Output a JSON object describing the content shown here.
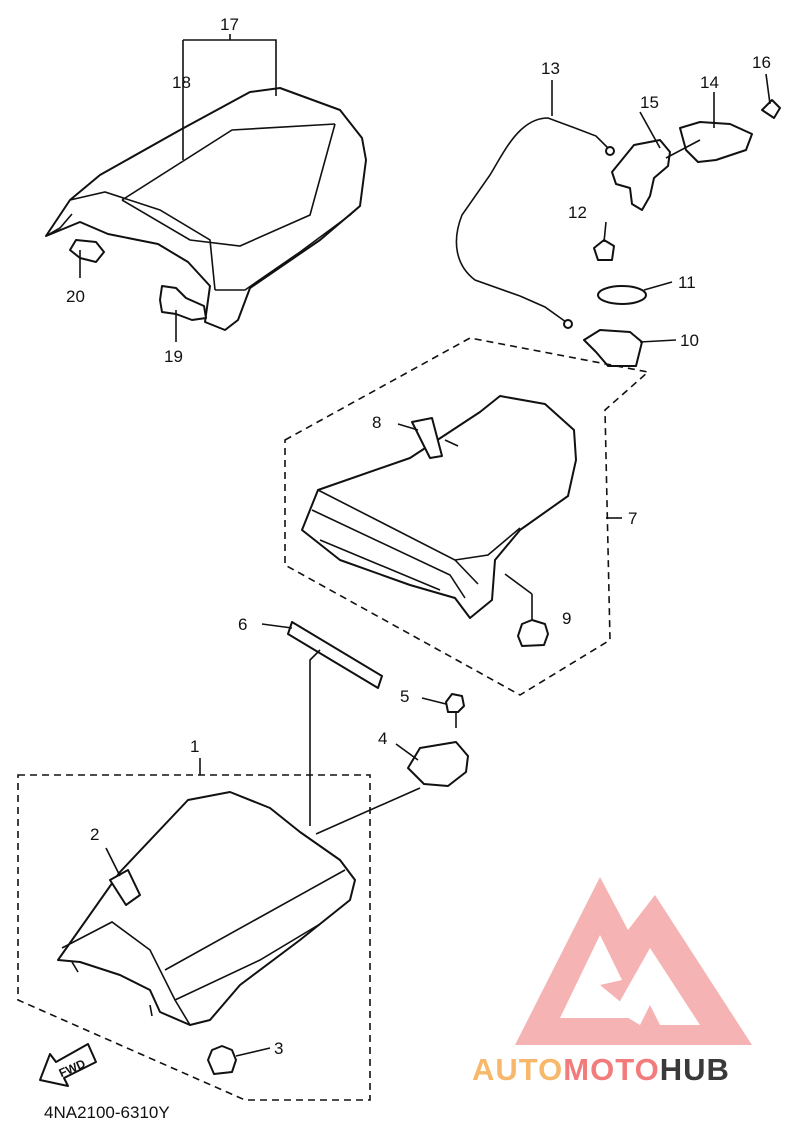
{
  "diagram": {
    "callouts": [
      "1",
      "2",
      "3",
      "4",
      "5",
      "6",
      "7",
      "8",
      "9",
      "10",
      "11",
      "12",
      "13",
      "14",
      "15",
      "16",
      "17",
      "18",
      "19",
      "20"
    ],
    "fwd_label": "FWD",
    "drawing_code": "4NA2100-6310Y",
    "watermark": {
      "part1": "AUTO",
      "part2": "MOTO",
      "part3": "HUB",
      "color1": "#f7b86b",
      "color2": "#f27b7b",
      "color3": "#3a3a3a"
    }
  }
}
